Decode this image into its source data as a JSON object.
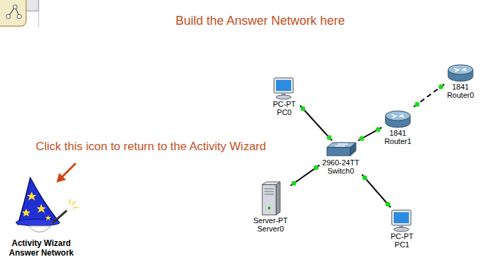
{
  "diagram": {
    "title": "Build the Answer Network here",
    "nodes": [
      {
        "text": [
          "1841",
          "Router0"
        ]
      },
      {
        "text": [
          "PC-PT",
          "PC0"
        ]
      },
      {
        "text": [
          "1841",
          "Router1"
        ]
      },
      {
        "text": [
          "2960-24TT",
          "Switch0"
        ]
      },
      {
        "text": [
          "Server-PT",
          "Server0"
        ]
      },
      {
        "text": [
          "PC-PT",
          "PC1"
        ]
      }
    ],
    "edges": [
      {
        "from": 1,
        "to": 3,
        "arrow": "none"
      },
      {
        "from": 3,
        "to": 2,
        "arrow": "none"
      },
      {
        "from": 2,
        "to": 0,
        "arrow": "none"
      },
      {
        "from": 3,
        "to": 4,
        "arrow": "none"
      },
      {
        "from": 3,
        "to": 5,
        "arrow": "none"
      }
    ],
    "labels": [
      "Click this icon to return to the Activity Wizard",
      "Activity Wizard Answer Network"
    ]
  }
}
